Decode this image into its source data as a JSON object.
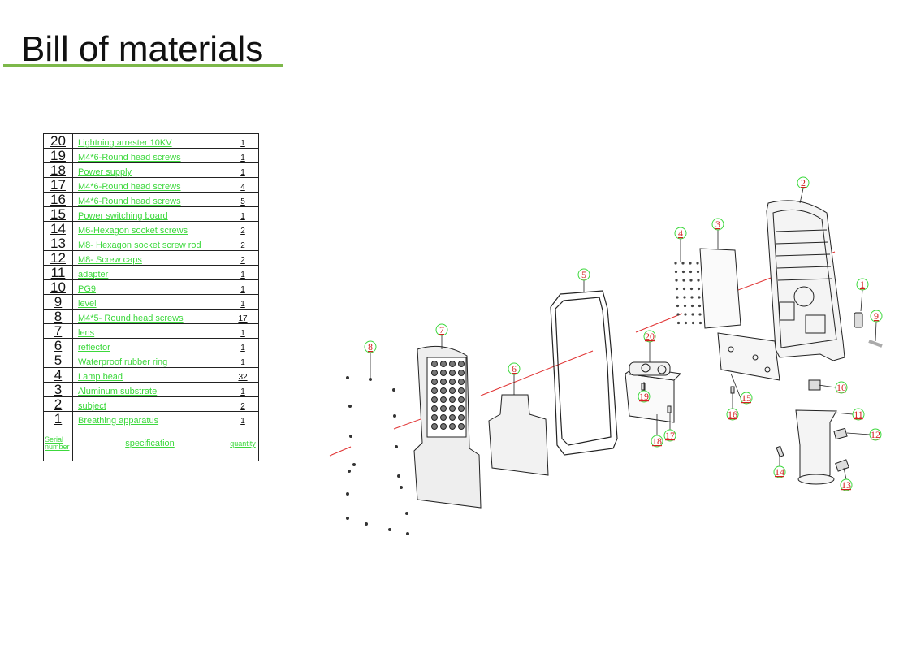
{
  "page": {
    "title": "Bill of materials"
  },
  "bom": {
    "header": {
      "serial": "Serial number",
      "spec": "specification",
      "qty": "quantity"
    },
    "rows": [
      {
        "num": "20",
        "spec": "Lightning arrester 10KV",
        "qty": "1"
      },
      {
        "num": "19",
        "spec": "M4*6-Round head screws",
        "qty": "1"
      },
      {
        "num": "18",
        "spec": "Power supply",
        "qty": "1"
      },
      {
        "num": "17",
        "spec": "M4*6-Round head screws",
        "qty": "4"
      },
      {
        "num": "16",
        "spec": "M4*6-Round head screws",
        "qty": "5"
      },
      {
        "num": "15",
        "spec": "Power switching board",
        "qty": "1"
      },
      {
        "num": "14",
        "spec": "M6-Hexagon socket screws",
        "qty": "2"
      },
      {
        "num": "13",
        "spec": "M8- Hexagon socket screw rod",
        "qty": "2"
      },
      {
        "num": "12",
        "spec": "M8- Screw caps",
        "qty": "2"
      },
      {
        "num": "11",
        "spec": "adapter",
        "qty": "1"
      },
      {
        "num": "10",
        "spec": "PG9",
        "qty": "1"
      },
      {
        "num": "9",
        "spec": "level",
        "qty": "1"
      },
      {
        "num": "8",
        "spec": " M4*5- Round head screws",
        "qty": "17"
      },
      {
        "num": "7",
        "spec": "lens",
        "qty": "1"
      },
      {
        "num": "6",
        "spec": "reflector",
        "qty": "1"
      },
      {
        "num": "5",
        "spec": "Waterproof rubber ring",
        "qty": "1"
      },
      {
        "num": "4",
        "spec": "Lamp bead",
        "qty": "32"
      },
      {
        "num": "3",
        "spec": "Aluminum substrate",
        "qty": "1"
      },
      {
        "num": "2",
        "spec": "subject",
        "qty": "2"
      },
      {
        "num": "1",
        "spec": "Breathing apparatus",
        "qty": "1"
      }
    ]
  },
  "diagram": {
    "callouts": [
      "1",
      "2",
      "3",
      "4",
      "5",
      "6",
      "7",
      "8",
      "9",
      "10",
      "11",
      "12",
      "13",
      "14",
      "15",
      "16",
      "17",
      "18",
      "19",
      "20"
    ],
    "colors": {
      "callout": "#d42020",
      "callout_circle": "#3cd83c",
      "accent_line": "#e03030",
      "underline": "#7db84a"
    }
  }
}
